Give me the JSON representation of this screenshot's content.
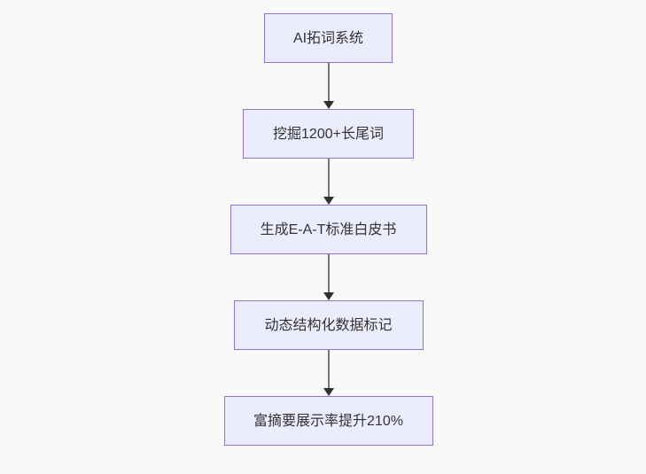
{
  "page": {
    "background_color": "#f9f9f9"
  },
  "flowchart": {
    "type": "flowchart-top-down",
    "node_fill_color": "#ECECFF",
    "node_border_color": "#9370DB",
    "node_text_color": "#333333",
    "edge_line_color": "#777777",
    "edge_arrowhead_color": "#2f2f2f",
    "nodes": [
      {
        "id": "A",
        "label": "AI拓词系统"
      },
      {
        "id": "B",
        "label": "挖掘1200+长尾词"
      },
      {
        "id": "C",
        "label": "生成E-A-T标准白皮书"
      },
      {
        "id": "D",
        "label": "动态结构化数据标记"
      },
      {
        "id": "E",
        "label": "富摘要展示率提升210%"
      }
    ],
    "edges": [
      {
        "from": "A",
        "to": "B"
      },
      {
        "from": "B",
        "to": "C"
      },
      {
        "from": "C",
        "to": "D"
      },
      {
        "from": "D",
        "to": "E"
      }
    ]
  }
}
